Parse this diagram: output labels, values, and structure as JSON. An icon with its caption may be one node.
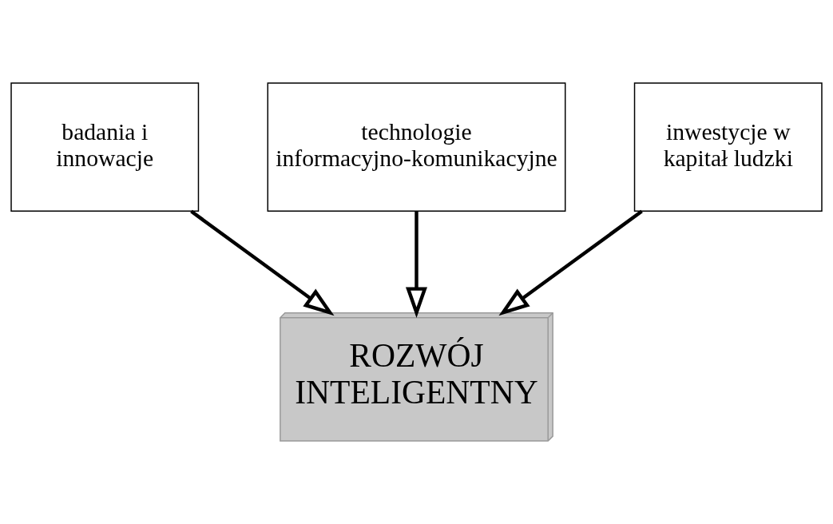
{
  "diagram": {
    "nodes": [
      {
        "text": [
          "technologie informacyjno-komunikacyjne"
        ]
      },
      {
        "text": [
          "badania i innowacje"
        ]
      },
      {
        "text": [
          "inwestycje w kapitał ludzki"
        ]
      },
      {
        "text": [
          "ROZWÓJ INTELIGENTNY"
        ]
      }
    ],
    "edges": [
      {
        "from": 1,
        "to": 3,
        "arrow": "to"
      },
      {
        "from": 0,
        "to": 3,
        "arrow": "to"
      },
      {
        "from": 2,
        "to": 3,
        "arrow": "to"
      }
    ]
  }
}
